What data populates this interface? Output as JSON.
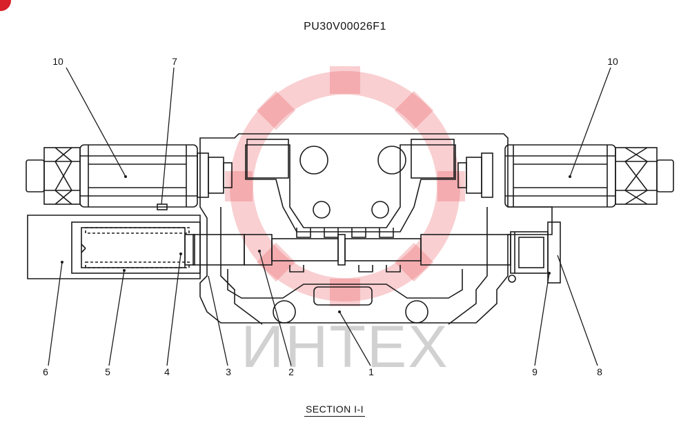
{
  "drawing_number": "PU30V00026F1",
  "section_caption": "SECTION   I-I",
  "watermark_text": "ИНТЕХ",
  "colors": {
    "line": "#1a1a1a",
    "watermark": "#e8545b",
    "badge": "#d8202a"
  },
  "callouts": [
    {
      "id": "10",
      "text": "10",
      "part": "left-solenoid"
    },
    {
      "id": "7",
      "text": "7",
      "part": "pin"
    },
    {
      "id": "10b",
      "text": "10",
      "part": "right-solenoid"
    },
    {
      "id": "6",
      "text": "6",
      "part": "cap"
    },
    {
      "id": "5",
      "text": "5",
      "part": "spring"
    },
    {
      "id": "4",
      "text": "4",
      "part": "spring-seat"
    },
    {
      "id": "3",
      "text": "3",
      "part": "o-ring"
    },
    {
      "id": "2",
      "text": "2",
      "part": "spool"
    },
    {
      "id": "1",
      "text": "1",
      "part": "body"
    },
    {
      "id": "9",
      "text": "9",
      "part": "o-ring-right"
    },
    {
      "id": "8",
      "text": "8",
      "part": "plug"
    }
  ]
}
